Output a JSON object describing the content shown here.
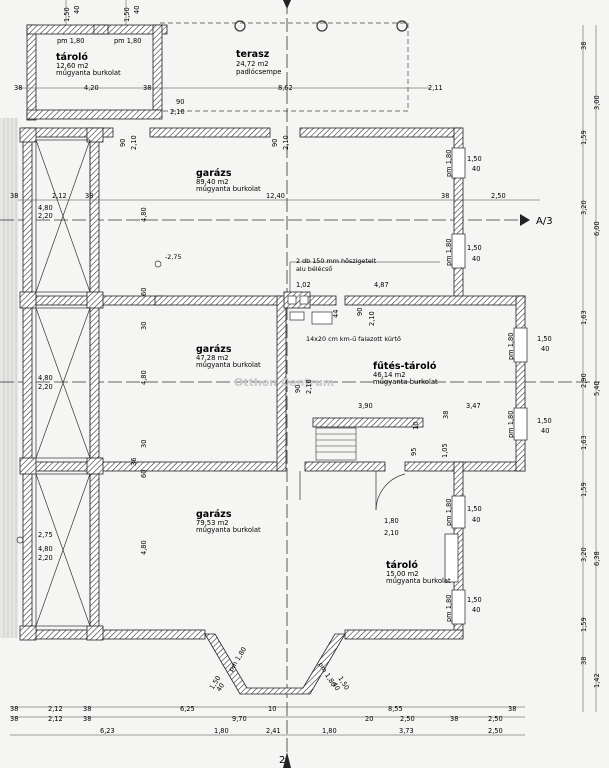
{
  "rooms": [
    {
      "id": "taroló-top",
      "name": "tároló",
      "area": "12,60 m2",
      "finish": "műgyanta burkolat"
    },
    {
      "id": "terasz",
      "name": "terasz",
      "area": "24,72 m2",
      "finish": "padlócsempe"
    },
    {
      "id": "garazs-1",
      "name": "garázs",
      "area": "89,40 m2",
      "finish": "műgyanta burkolat"
    },
    {
      "id": "garazs-2",
      "name": "garázs",
      "area": "47,28 m2",
      "finish": "műgyanta burkolat"
    },
    {
      "id": "futes-tarolo",
      "name": "fűtés-tároló",
      "area": "46,14 m2",
      "finish": "műgyanta burkolat"
    },
    {
      "id": "garazs-3",
      "name": "garázs",
      "area": "79,53 m2",
      "finish": "műgyanta burkolat"
    },
    {
      "id": "tarolo-2",
      "name": "tároló",
      "area": "15,00 m2",
      "finish": "műgyanta burkolat"
    }
  ],
  "notes": {
    "insulation": "2 db 150 mm hőszigetelt",
    "vent": "alu bélécső",
    "chimney": "14x20 cm km-ű falazott kürtő",
    "watermark": "Otthon Centrum",
    "section_mark": "A/3",
    "level_mark": "-2,75"
  },
  "dims": {
    "top_left": [
      "1,50",
      "40",
      "1,50",
      "40"
    ],
    "top_row": [
      "38",
      "4,20",
      "38",
      "8,62",
      "2,11"
    ],
    "pm_labels": [
      "pm 1,80",
      "pm 1,80"
    ],
    "terasz_door": [
      "90",
      "2,10"
    ],
    "garage_doors": [
      "90",
      "2,10",
      "90",
      "2,10"
    ],
    "mid_row": [
      "38",
      "2,12",
      "38",
      "12,40",
      "38",
      "2,50"
    ],
    "left_openings": [
      "4,80",
      "2,20",
      "4,80",
      "2,20",
      "2,75",
      "4,80",
      "2,20"
    ],
    "vertical_inner": [
      "4,80",
      "30",
      "60",
      "4,80",
      "30",
      "36",
      "60",
      "4,80"
    ],
    "right_windows": [
      "pm 1,80",
      "1,50",
      "40",
      "pm 1,80",
      "1,50",
      "40",
      "pm 1,80",
      "1,50",
      "40",
      "pm 1,80",
      "1,50",
      "40",
      "pm 1,80",
      "1,50",
      "40",
      "pm 1,80",
      "1,50",
      "40"
    ],
    "chimney_dims": [
      "1,02",
      "4,87",
      "44",
      "90",
      "2,10"
    ],
    "futes_row": [
      "3,90",
      "38",
      "3,47"
    ],
    "door_small": [
      "90",
      "2,10",
      "95",
      "1,05",
      "10"
    ],
    "garage3_door": [
      "1,80",
      "2,10"
    ],
    "bottom_angle": [
      "pm 1,80",
      "1,50",
      "40",
      "pm 1,80",
      "1,50",
      "40"
    ],
    "bottom_row1": [
      "38",
      "2,12",
      "38",
      "6,25",
      "10",
      "8,55",
      "38"
    ],
    "bottom_row2": [
      "38",
      "2,12",
      "38",
      "9,70",
      "20",
      "2,50",
      "38",
      "2,50"
    ],
    "bottom_row3": [
      "6,23",
      "1,80",
      "2,41",
      "1,80",
      "3,73",
      "2,50"
    ],
    "right_col_a": [
      "38",
      "1,59",
      "3,20",
      "1,63",
      "2,90",
      "1,63",
      "1,59",
      "3,20",
      "1,59",
      "38"
    ],
    "right_col_b": [
      "3,00",
      "6,00",
      "5,40",
      "6,38",
      "1,42"
    ]
  }
}
